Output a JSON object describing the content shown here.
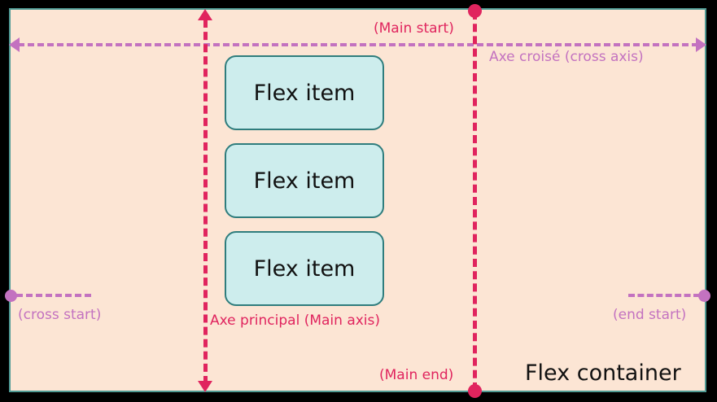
{
  "diagram": {
    "title": "Flexbox axes diagram (column direction)",
    "container": {
      "label": "Flex container",
      "fill_color": "#fce5d4",
      "border_color": "#4f9a94"
    },
    "items": [
      {
        "label": "Flex item"
      },
      {
        "label": "Flex item"
      },
      {
        "label": "Flex item"
      }
    ],
    "axes": {
      "main": {
        "label": "Axe principal (Main axis)",
        "start_label": "(Main start)",
        "end_label": "(Main end)",
        "color": "#e0245e",
        "orientation": "vertical",
        "direction": "up-and-down"
      },
      "cross": {
        "label": "Axe croisé (cross axis)",
        "start_label": "(cross start)",
        "end_label": "(end start)",
        "color": "#c372c0",
        "orientation": "horizontal",
        "direction": "left-and-right"
      }
    },
    "item_colors": {
      "fill": "#cdeded",
      "border": "#2f7d7d"
    },
    "background_color": "#000000"
  }
}
